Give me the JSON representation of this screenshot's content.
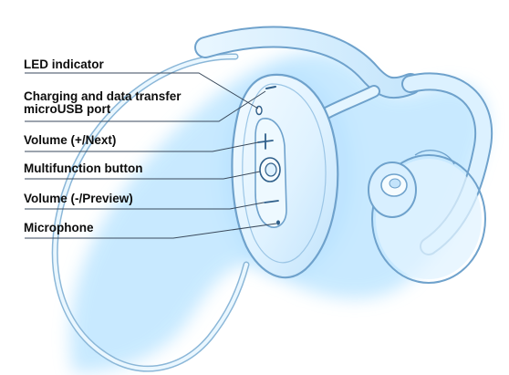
{
  "callouts": {
    "led_indicator": "LED indicator",
    "charging_port_line1": "Charging and data transfer",
    "charging_port_line2": "microUSB port",
    "volume_up": "Volume (+/Next)",
    "multifunction_button": "Multifunction button",
    "volume_down": "Volume (-/Preview)",
    "microphone": "Microphone"
  },
  "colors": {
    "leader_line": "#3a4a5c",
    "device_glow": "#bfe6ff",
    "device_outline": "#6fa2cc",
    "device_fill": "#e6f5ff",
    "control_accent": "#2f5f8a"
  }
}
